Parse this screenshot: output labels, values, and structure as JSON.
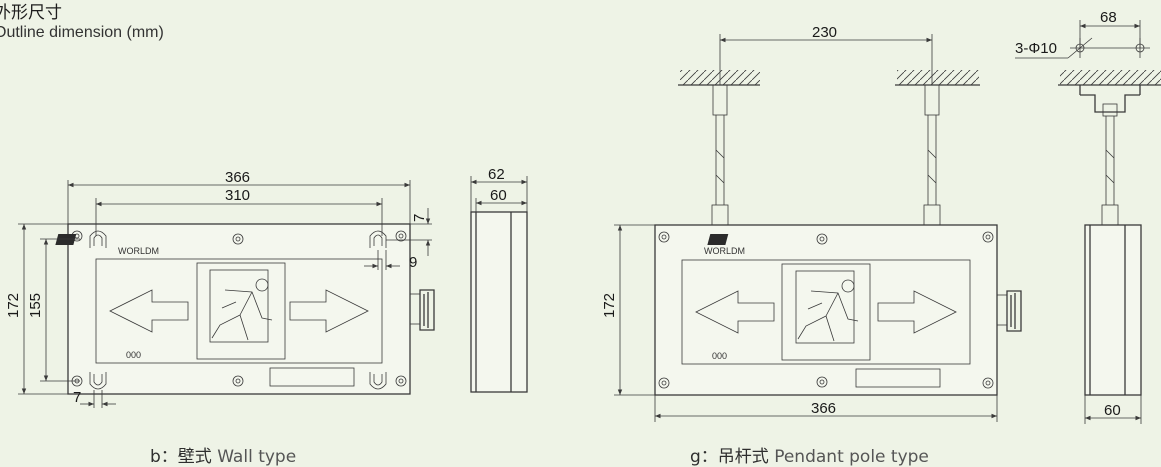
{
  "header": {
    "title_zh": "外形尺寸",
    "title_en": "Outline dimension (mm)"
  },
  "wall": {
    "caption_prefix": "b：",
    "caption_zh": "壁式",
    "caption_en": "Wall type",
    "dims": {
      "width": "366",
      "hole_spacing": "310",
      "height": "172",
      "hole_height": "155",
      "slot_top": "7",
      "slot_side": "9",
      "slot_bottom": "7",
      "depth_outer": "62",
      "depth_inner": "60"
    },
    "lamp_dots": "000",
    "brand": "WORLDM"
  },
  "pendant": {
    "caption_prefix": "g：",
    "caption_zh": "吊杆式",
    "caption_en": "Pendant pole type",
    "dims": {
      "pole_spacing": "230",
      "width": "366",
      "height": "172",
      "bracket_width": "68",
      "holes": "3-Φ10",
      "depth": "60"
    },
    "lamp_dots": "000",
    "brand": "WORLDM"
  }
}
